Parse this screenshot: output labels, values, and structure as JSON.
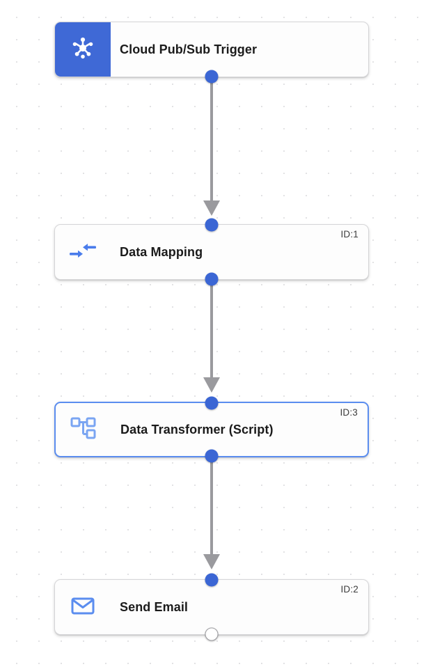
{
  "canvas": {
    "background": "#ffffff",
    "dot_color": "#e2e2e4",
    "grid_spacing": 32
  },
  "theme": {
    "accent_blue": "#3f69d6",
    "handle_blue": "#3b66d4",
    "icon_blue": "#5b8def",
    "edge_gray": "#9a9a9e",
    "card_bg": "#fdfdfd",
    "card_border": "#d6d6d8",
    "selected_border": "#5b8def",
    "title_color": "#1b1b1b",
    "id_color": "#3c3c3c"
  },
  "nodes": [
    {
      "title": "Cloud Pub/Sub Trigger",
      "id_label": "",
      "icon": "pubsub-hub-icon",
      "style": "trigger",
      "selected": false,
      "top_handle": "none",
      "bottom_handle": "filled"
    },
    {
      "title": "Data Mapping",
      "id_label": "ID:1",
      "icon": "merge-arrows-icon",
      "style": "standard",
      "selected": false,
      "top_handle": "filled",
      "bottom_handle": "filled"
    },
    {
      "title": "Data Transformer (Script)",
      "id_label": "ID:3",
      "icon": "schema-nodes-icon",
      "style": "standard",
      "selected": true,
      "top_handle": "filled",
      "bottom_handle": "filled"
    },
    {
      "title": "Send Email",
      "id_label": "ID:2",
      "icon": "envelope-icon",
      "style": "standard",
      "selected": false,
      "top_handle": "filled",
      "bottom_handle": "hollow"
    }
  ],
  "edges": [
    {
      "from": "Cloud Pub/Sub Trigger",
      "to": "Data Mapping",
      "arrow": "down"
    },
    {
      "from": "Data Mapping",
      "to": "Data Transformer (Script)",
      "arrow": "down"
    },
    {
      "from": "Data Transformer (Script)",
      "to": "Send Email",
      "arrow": "down"
    }
  ]
}
